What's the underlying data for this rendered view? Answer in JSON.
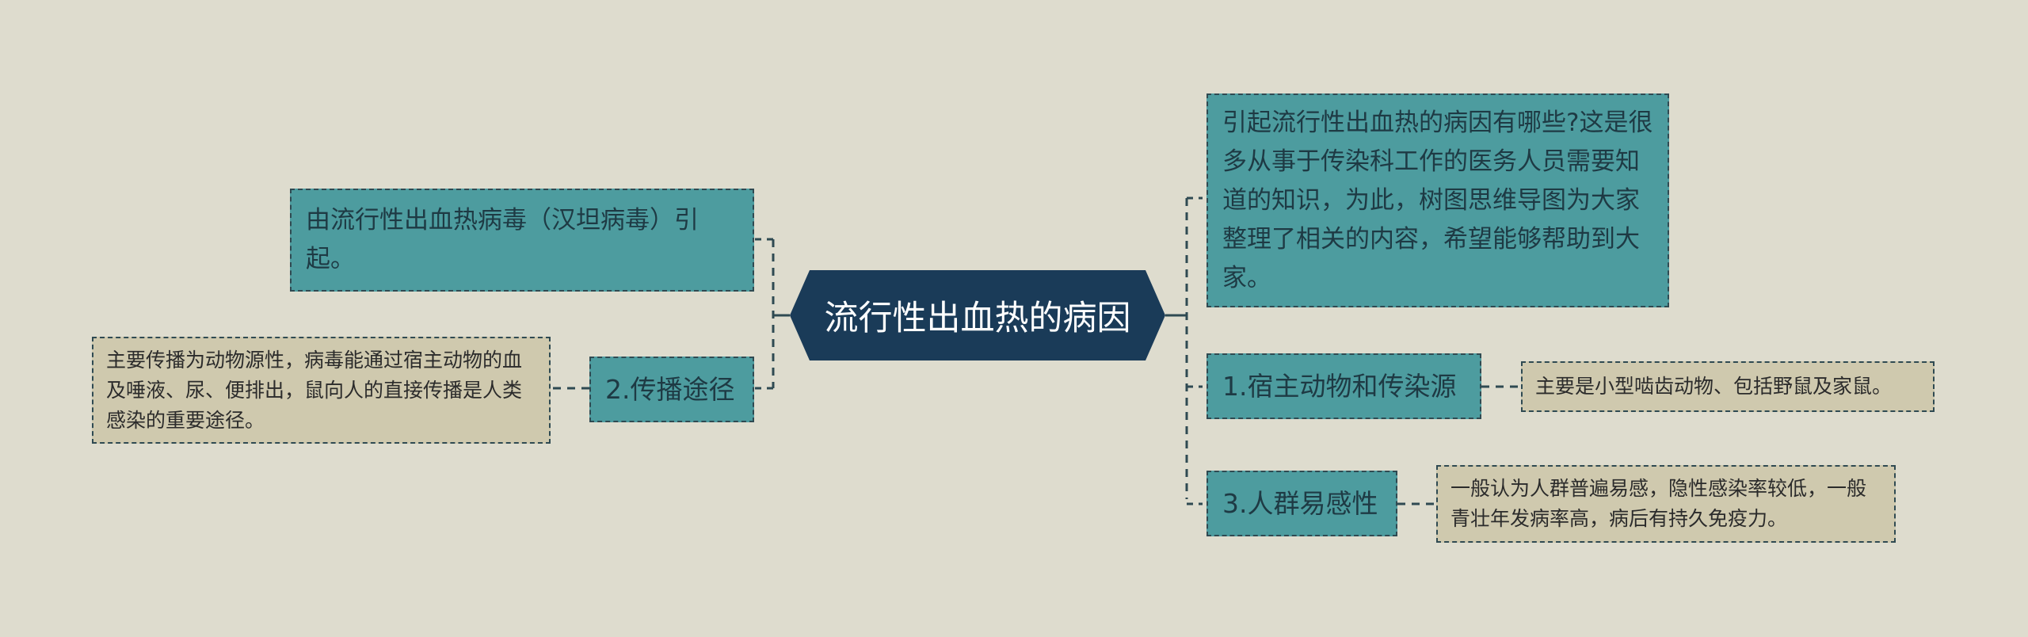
{
  "root": {
    "label": "流行性出血热的病因"
  },
  "nodes": {
    "intro": "引起流行性出血热的病因有哪些?这是很多从事于传染科工作的医务人员需要知道的知识，为此，树图思维导图为大家整理了相关的内容，希望能够帮助到大家。",
    "cause": "由流行性出血热病毒（汉坦病毒）引起。",
    "host": "1.宿主动物和传染源",
    "host_detail": "主要是小型啮齿动物、包括野鼠及家鼠。",
    "route": "2.传播途径",
    "route_detail": "主要传播为动物源性，病毒能通过宿主动物的血及唾液、尿、便排出，鼠向人的直接传播是人类感染的重要途径。",
    "crowd": "3.人群易感性",
    "crowd_detail": "一般认为人群普遍易感，隐性感染率较低，一般青壮年发病率高，病后有持久免疫力。"
  },
  "colors": {
    "background": "#dedcce",
    "root": "#1a3b58",
    "branch": "#4d9c9f",
    "leaf": "#cfc9ae",
    "line": "#2f4a52"
  }
}
